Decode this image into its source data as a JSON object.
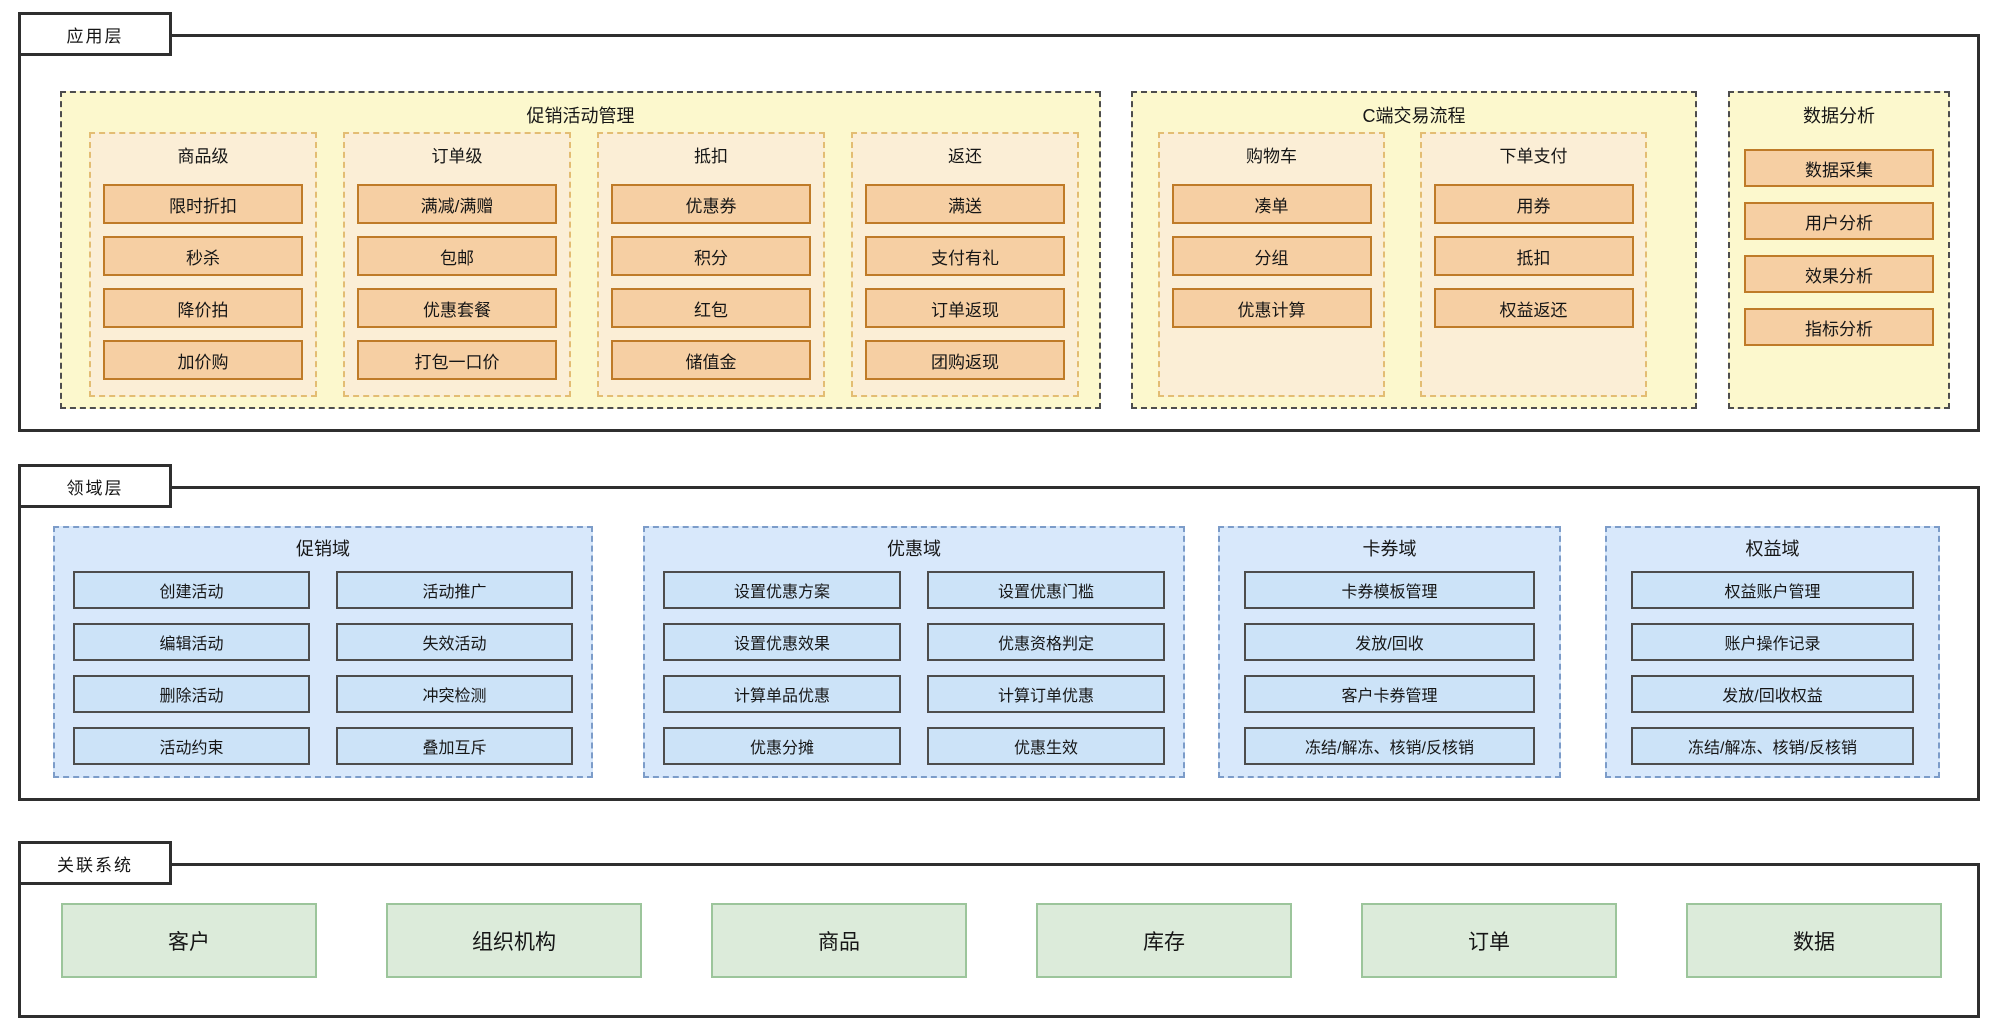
{
  "colors": {
    "outline": "#2f2f2f",
    "yellow_container_fill": "#fcf8cd",
    "yellow_subbox_fill": "#fbeed6",
    "yellow_subbox_border": "#e3bd73",
    "orange_item_fill": "#f6cfa3",
    "orange_item_border": "#bf7b28",
    "blue_container_fill": "#d8e8fb",
    "blue_container_border": "#7c9cc9",
    "blue_item_fill": "#cce3f8",
    "blue_item_border": "#4d4d4d",
    "green_fill": "#dcebda",
    "green_border": "#9cc59b"
  },
  "application_layer": {
    "tab_label": "应用层",
    "promotion_management": {
      "title": "促销活动管理",
      "columns": [
        {
          "header": "商品级",
          "items": [
            "限时折扣",
            "秒杀",
            "降价拍",
            "加价购"
          ]
        },
        {
          "header": "订单级",
          "items": [
            "满减/满赠",
            "包邮",
            "优惠套餐",
            "打包一口价"
          ]
        },
        {
          "header": "抵扣",
          "items": [
            "优惠券",
            "积分",
            "红包",
            "储值金"
          ]
        },
        {
          "header": "返还",
          "items": [
            "满送",
            "支付有礼",
            "订单返现",
            "团购返现"
          ]
        }
      ]
    },
    "c_side_transaction": {
      "title": "C端交易流程",
      "columns": [
        {
          "header": "购物车",
          "items": [
            "凑单",
            "分组",
            "优惠计算"
          ]
        },
        {
          "header": "下单支付",
          "items": [
            "用券",
            "抵扣",
            "权益返还"
          ]
        }
      ]
    },
    "data_analysis": {
      "title": "数据分析",
      "items": [
        "数据采集",
        "用户分析",
        "效果分析",
        "指标分析"
      ]
    }
  },
  "domain_layer": {
    "tab_label": "领域层",
    "domains": [
      {
        "title": "促销域",
        "items": [
          "创建活动",
          "活动推广",
          "编辑活动",
          "失效活动",
          "删除活动",
          "冲突检测",
          "活动约束",
          "叠加互斥"
        ]
      },
      {
        "title": "优惠域",
        "items": [
          "设置优惠方案",
          "设置优惠门槛",
          "设置优惠效果",
          "优惠资格判定",
          "计算单品优惠",
          "计算订单优惠",
          "优惠分摊",
          "优惠生效"
        ]
      },
      {
        "title": "卡券域",
        "items": [
          "卡券模板管理",
          "发放/回收",
          "客户卡券管理",
          "冻结/解冻、核销/反核销"
        ]
      },
      {
        "title": "权益域",
        "items": [
          "权益账户管理",
          "账户操作记录",
          "发放/回收权益",
          "冻结/解冻、核销/反核销"
        ]
      }
    ]
  },
  "related_systems": {
    "tab_label": "关联系统",
    "items": [
      "客户",
      "组织机构",
      "商品",
      "库存",
      "订单",
      "数据"
    ]
  }
}
